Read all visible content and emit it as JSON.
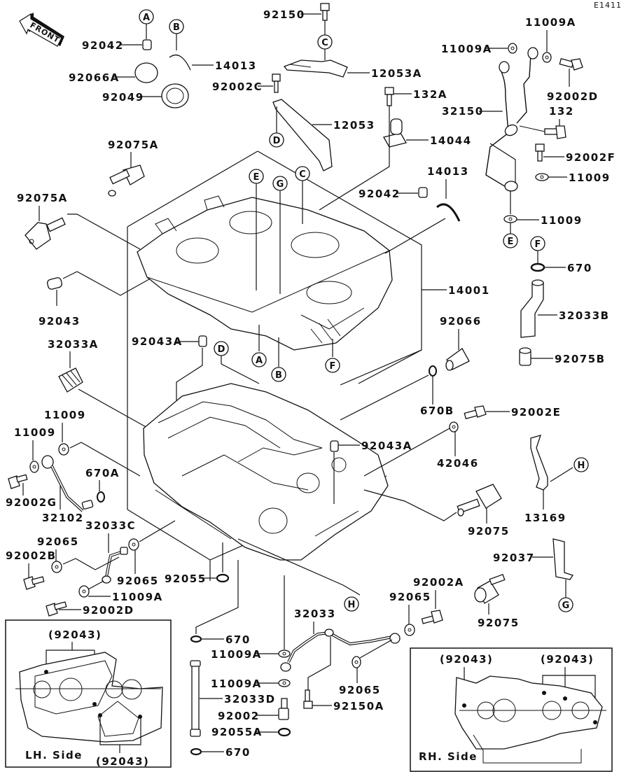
{
  "diagram": {
    "code": "E1411",
    "front_label": "FRONT",
    "parts": {
      "p92150": "92150",
      "p92042_tl": "92042",
      "p14013_tl": "14013",
      "p92066A": "92066A",
      "p92049": "92049",
      "p92002C": "92002C",
      "p12053A": "12053A",
      "p132A": "132A",
      "p12053": "12053",
      "p14044": "14044",
      "p92075A_top": "92075A",
      "p92075A_left": "92075A",
      "p92042_mid": "92042",
      "p14013_mid": "14013",
      "p11009A_a": "11009A",
      "p11009A_b": "11009A",
      "p92002D_tr": "92002D",
      "p32150": "32150",
      "p132": "132",
      "p92002F": "92002F",
      "p11009_r1": "11009",
      "p11009_r2": "11009",
      "p670_r": "670",
      "p32033B": "32033B",
      "p92075B": "92075B",
      "p14001": "14001",
      "p92043": "92043",
      "p92043A_top": "92043A",
      "p32033A": "32033A",
      "p92066": "92066",
      "p670B": "670B",
      "p92002E": "92002E",
      "p92043A_mid": "92043A",
      "p42046": "42046",
      "p11009_l1": "11009",
      "p11009_l2": "11009",
      "p670A": "670A",
      "p92002G": "92002G",
      "p32102": "32102",
      "p92075": "92075",
      "p13169": "13169",
      "p32033C": "32033C",
      "p92065_l": "92065",
      "p92002B": "92002B",
      "p92065_m": "92065",
      "p11009A_l": "11009A",
      "p92002D_l": "92002D",
      "p92055": "92055",
      "p92037": "92037",
      "p92002A": "92002A",
      "p92065_r": "92065",
      "p92075_r": "92075",
      "p32033": "32033",
      "p670_b1": "670",
      "p11009A_b1": "11009A",
      "p11009A_b2": "11009A",
      "p32033D": "32033D",
      "p92002": "92002",
      "p92055A": "92055A",
      "p670_b2": "670",
      "p92065_b": "92065",
      "p92150A": "92150A"
    },
    "refs": {
      "A": "A",
      "B": "B",
      "C": "C",
      "D": "D",
      "E": "E",
      "F": "F",
      "G": "G",
      "H": "H"
    },
    "lh_inset": {
      "title": "LH. Side",
      "callout_top": "(92043)",
      "callout_bottom": "(92043)"
    },
    "rh_inset": {
      "title": "RH. Side",
      "callout_left": "(92043)",
      "callout_right": "(92043)"
    }
  }
}
